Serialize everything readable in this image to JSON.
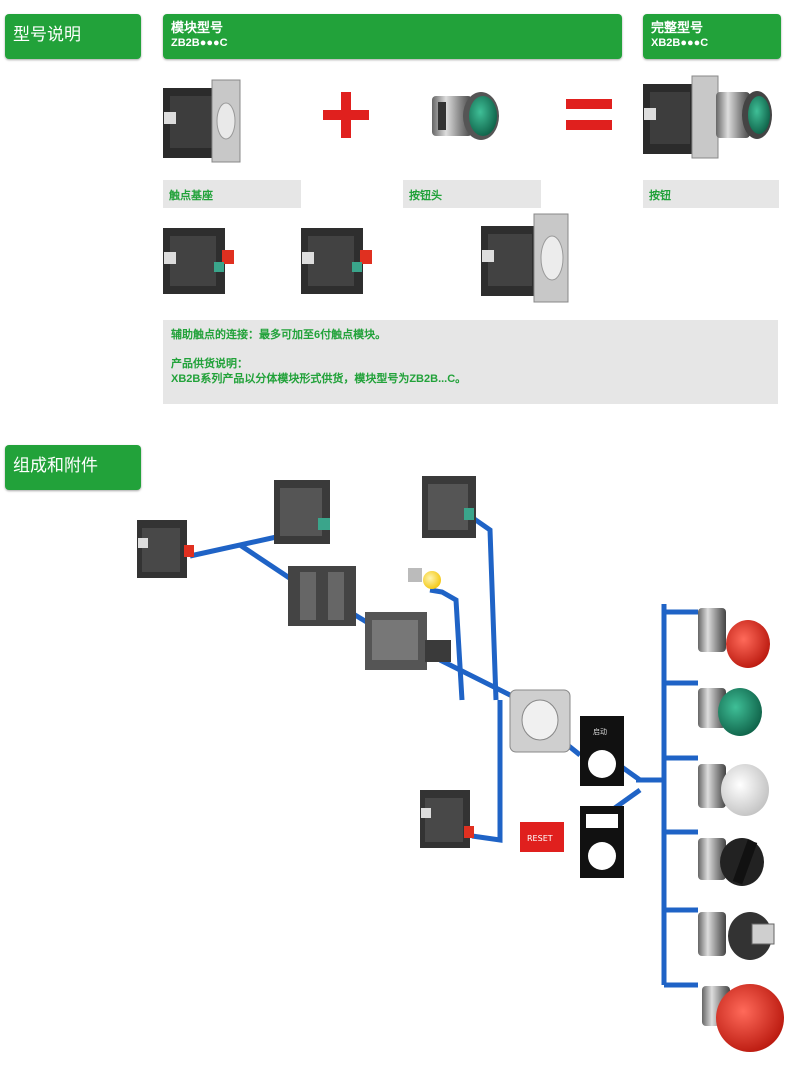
{
  "sections": {
    "model_description": "型号说明",
    "components": "组成和附件"
  },
  "module_header": {
    "title": "模块型号",
    "code": "ZB2B●●●C"
  },
  "complete_header": {
    "title": "完整型号",
    "code": "XB2B●●●C"
  },
  "labels": {
    "contact_base": "触点基座",
    "button_head": "按钮头",
    "button": "按钮"
  },
  "notes": {
    "line1": "辅助触点的连接：最多可加至6付触点模块。",
    "line2": "产品供货说明：",
    "line3": "XB2B系列产品以分体模块形式供货，模块型号为ZB2B...C。"
  },
  "legend_plates": {
    "start": "启动",
    "reset": "RESET"
  },
  "colors": {
    "brand_green": "#22a23a",
    "connector_blue": "#1f63c6",
    "plus_red": "#e0201e"
  }
}
